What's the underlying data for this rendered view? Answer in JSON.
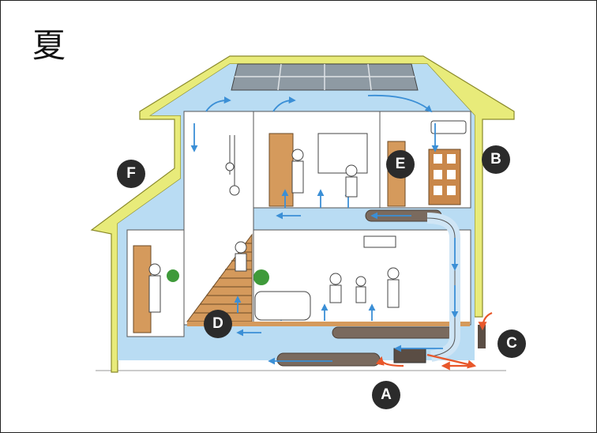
{
  "title": "夏",
  "markers": [
    {
      "id": "A",
      "label": "A"
    },
    {
      "id": "B",
      "label": "B"
    },
    {
      "id": "C",
      "label": "C"
    },
    {
      "id": "D",
      "label": "D"
    },
    {
      "id": "E",
      "label": "E"
    },
    {
      "id": "F",
      "label": "F"
    }
  ],
  "colors": {
    "wall": "#e8eb7a",
    "wall_edge": "#8a8a2a",
    "air": "#b9dcf3",
    "arrow_cool": "#3b8fd6",
    "arrow_hot": "#e8572a",
    "wood": "#d59a5c",
    "duct": "#7a6a5e",
    "solar": "#8e9aa3",
    "marker": "#2b2b2b"
  }
}
